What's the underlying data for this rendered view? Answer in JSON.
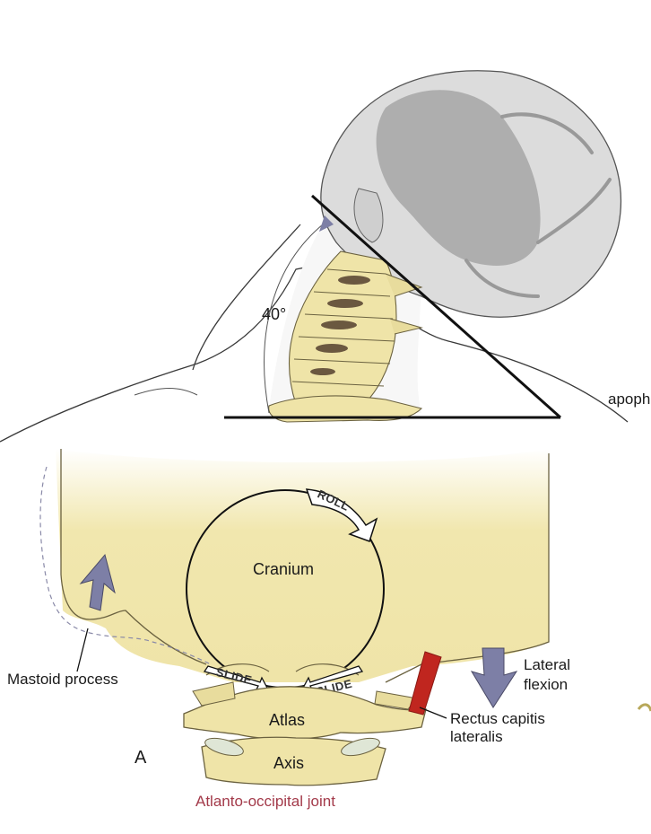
{
  "figure": {
    "upper": {
      "angle_label": "40°",
      "cut_label": "apoph"
    },
    "lower": {
      "structures": {
        "cranium": "Cranium",
        "atlas": "Atlas",
        "axis": "Axis"
      },
      "arrows": {
        "roll": "ROLL",
        "slide_left": "SLIDE",
        "slide_right": "SLIDE"
      },
      "labels": {
        "mastoid": "Mastoid process",
        "lateral_flexion": [
          "Lateral",
          "flexion"
        ],
        "rectus": [
          "Rectus capitis",
          "lateralis"
        ]
      },
      "panel_letter": "A",
      "caption": "Atlanto-occipital joint"
    },
    "colors": {
      "bone": "#efe4a8",
      "bone_stroke": "#6b6240",
      "skin_gray": "#d9d9d9",
      "hair_gray": "#a8a8a8",
      "movement_arrow": "#7d7fa6",
      "muscle_red": "#c0261f",
      "caption": "#a33a4a"
    }
  }
}
